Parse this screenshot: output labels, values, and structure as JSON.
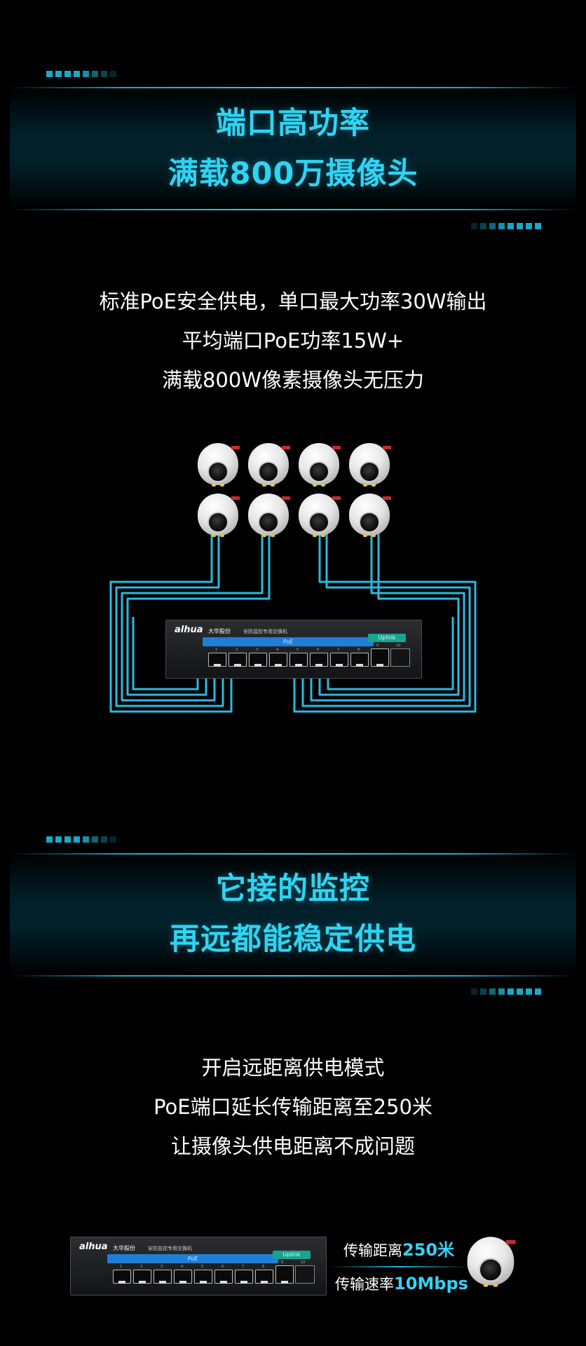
{
  "section1": {
    "headline": [
      "端口高功率",
      "满载800万摄像头"
    ],
    "body": [
      "标准PoE安全供电，单口最大功率30W输出",
      "平均端口PoE功率15W+",
      "满载800W像素摄像头无压力"
    ]
  },
  "section2": {
    "headline": [
      "它接的监控",
      "再远都能稳定供电"
    ],
    "body": [
      "开启远距离供电模式",
      "PoE端口延长传输距离至250米",
      "让摄像头供电距离不成问题"
    ]
  },
  "switch": {
    "brand": "alhua",
    "brand_cn": "大华股份",
    "model_text": "安防监控专用交换机",
    "poe_label": "PoE",
    "uplink_label": "Uplink",
    "port_numbers": [
      "1",
      "2",
      "3",
      "4",
      "5",
      "6",
      "7",
      "8"
    ],
    "uplink_numbers": [
      "9",
      "10"
    ]
  },
  "specs": {
    "distance_label": "传输距离",
    "distance_value": "250米",
    "speed_label": "传输速率",
    "speed_value": "10Mbps"
  },
  "colors": {
    "accent": "#30d4f2",
    "cable": "#2ec3ea",
    "poe_bar": "#1f7fd6",
    "uplink_bar": "#18a58d"
  }
}
